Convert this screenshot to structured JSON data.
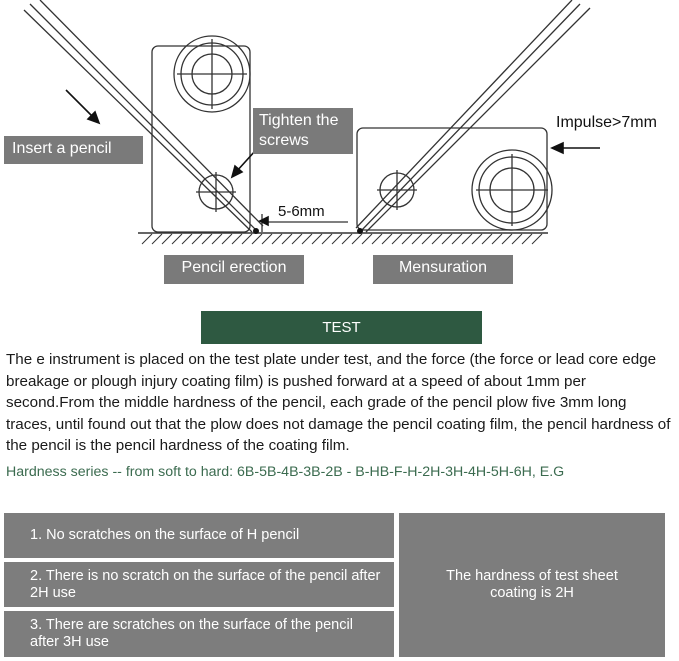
{
  "labels": {
    "insert_pencil": "Insert a pencil",
    "tighten_line1": "Tighten the",
    "tighten_line2": "screws",
    "impulse": "Impulse>7mm",
    "distance": "5-6mm",
    "pencil_erection": "Pencil erection",
    "mensuration": "Mensuration"
  },
  "test_title": "TEST",
  "description": "The e instrument is placed on the test plate under test, and the force (the force or lead core edge breakage or plough injury coating film) is pushed forward at a speed of about 1mm per second.From the middle hardness of the pencil, each grade of the pencil plow five 3mm long traces, until found out that the plow does not damage the pencil coating film, the pencil hardness of the pencil is the pencil hardness of the coating film.",
  "hardness_series": "Hardness series -- from soft to hard: 6B-5B-4B-3B-2B - B-HB-F-H-2H-3H-4H-5H-6H, E.G",
  "table": {
    "rows": [
      "1. No scratches on the surface of H pencil",
      "2. There is no scratch on the surface of the pencil after 2H use",
      "3. There are scratches on the surface of the pencil after 3H use"
    ],
    "result": "The hardness of test sheet coating is 2H"
  },
  "colors": {
    "label_gray": "#7a7a7a",
    "test_green": "#2e5941",
    "series_green": "#3b6b4f"
  }
}
